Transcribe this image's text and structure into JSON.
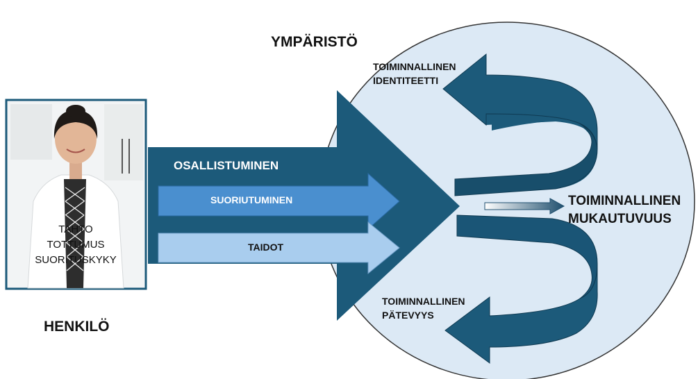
{
  "labels": {
    "environment": "YMPÄRISTÖ",
    "person": "HENKILÖ",
    "participation": "OSALLISTUMINEN",
    "performance": "SUORIUTUMINEN",
    "skills": "TAIDOT",
    "identity_line1": "TOIMINNALLINEN",
    "identity_line2": "IDENTITEETTI",
    "competence_line1": "TOIMINNALLINEN",
    "competence_line2": "PÄTEVYYS",
    "adaptation_line1": "TOIMINNALLINEN",
    "adaptation_line2": "MUKAUTUVUUS"
  },
  "person_components": [
    "TAHTO",
    "TOTTUMUS",
    "SUORITUSKYKY"
  ],
  "colors": {
    "circle_fill": "#dce9f5",
    "dark_arrow": "#1c5a7a",
    "mid_arrow": "#4a8fcf",
    "light_arrow": "#a9cdee"
  }
}
